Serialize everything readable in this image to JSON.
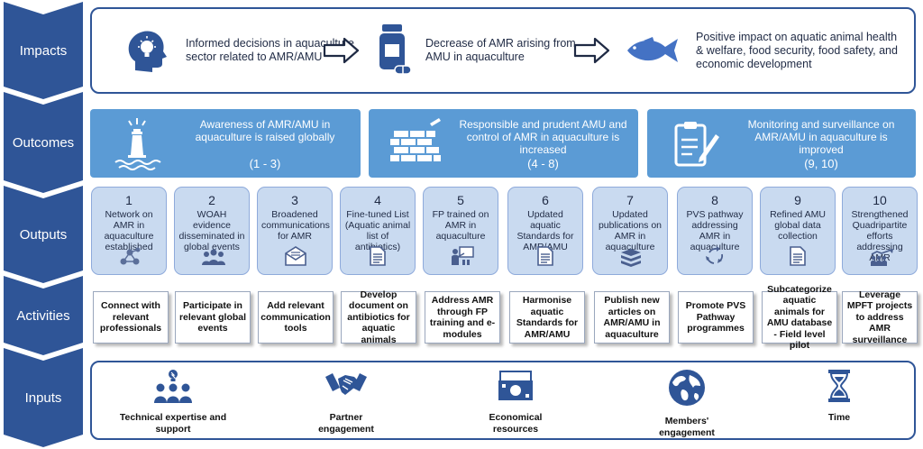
{
  "rows": {
    "impacts": "Impacts",
    "outcomes": "Outcomes",
    "outputs": "Outputs",
    "activities": "Activities",
    "inputs": "Inputs"
  },
  "impacts": [
    {
      "text": "Informed decisions in aquaculture sector related to AMR/AMU",
      "icon": "head-lightbulb-icon"
    },
    {
      "text": "Decrease of AMR arising from AMU in aquaculture",
      "icon": "medicine-bottle-icon"
    },
    {
      "text": "Positive impact on aquatic animal health & welfare, food security, food safety, and economic development",
      "icon": "fish-icon"
    }
  ],
  "outcomes": [
    {
      "text": "Awareness of AMR/AMU in aquaculture is raised globally",
      "range": "(1 - 3)",
      "icon": "lighthouse-icon"
    },
    {
      "text": "Responsible and prudent AMU and control of AMR in aquaculture is increased",
      "range": "(4 - 8)",
      "icon": "brick-wall-icon"
    },
    {
      "text": "Monitoring and surveillance on AMR/AMU in aquaculture is improved",
      "range": "(9, 10)",
      "icon": "clipboard-pen-icon"
    }
  ],
  "outputs": [
    {
      "num": "1",
      "label": "Network on AMR in aquaculture established",
      "icon": "network-icon"
    },
    {
      "num": "2",
      "label": "WOAH evidence disseminated in global events",
      "icon": "people-group-icon"
    },
    {
      "num": "3",
      "label": "Broadened communications for AMR",
      "icon": "envelope-icon"
    },
    {
      "num": "4",
      "label": "Fine-tuned List (Aquatic animal list of antibiotics)",
      "icon": "document-icon"
    },
    {
      "num": "5",
      "label": "FP trained on AMR in aquaculture",
      "icon": "presenter-icon"
    },
    {
      "num": "6",
      "label": "Updated aquatic Standards for AMR/AMU",
      "icon": "document-icon"
    },
    {
      "num": "7",
      "label": "Updated publications on AMR in aquaculture",
      "icon": "books-stack-icon"
    },
    {
      "num": "8",
      "label": "PVS pathway addressing AMR in aquaculture",
      "icon": "cycle-arrows-icon"
    },
    {
      "num": "9",
      "label": "Refined AMU global data collection",
      "icon": "document-icon"
    },
    {
      "num": "10",
      "label": "Strengthened Quadripartite efforts addressing AMR",
      "icon": "team-growth-icon"
    }
  ],
  "activities": [
    "Connect with relevant professionals",
    "Participate in relevant global events",
    "Add relevant communication tools",
    "Develop document on antibiotics for aquatic animals",
    "Address AMR through FP training and e-modules",
    "Harmonise aquatic Standards for AMR/AMU",
    "Publish new articles on AMR/AMU in aquaculture",
    "Promote PVS Pathway programmes",
    "Subcategorize aquatic animals for AMU database - Field level pilot",
    "Leverage MPFT projects to address AMR surveillance"
  ],
  "inputs": [
    {
      "label": "Technical expertise and support",
      "icon": "expert-team-icon"
    },
    {
      "label": "Partner engagement",
      "icon": "handshake-icon"
    },
    {
      "label": "Economical resources",
      "icon": "money-icon"
    },
    {
      "label": "Members' engagement",
      "icon": "globe-icon"
    },
    {
      "label": "Time",
      "icon": "hourglass-icon"
    }
  ],
  "colors": {
    "chevron": "#2f5597",
    "outcome_fill": "#5b9bd5",
    "output_fill": "#c9daf0",
    "output_border": "#8eaadb",
    "icon_blue": "#2f5597",
    "fish_blue": "#4472c4"
  }
}
